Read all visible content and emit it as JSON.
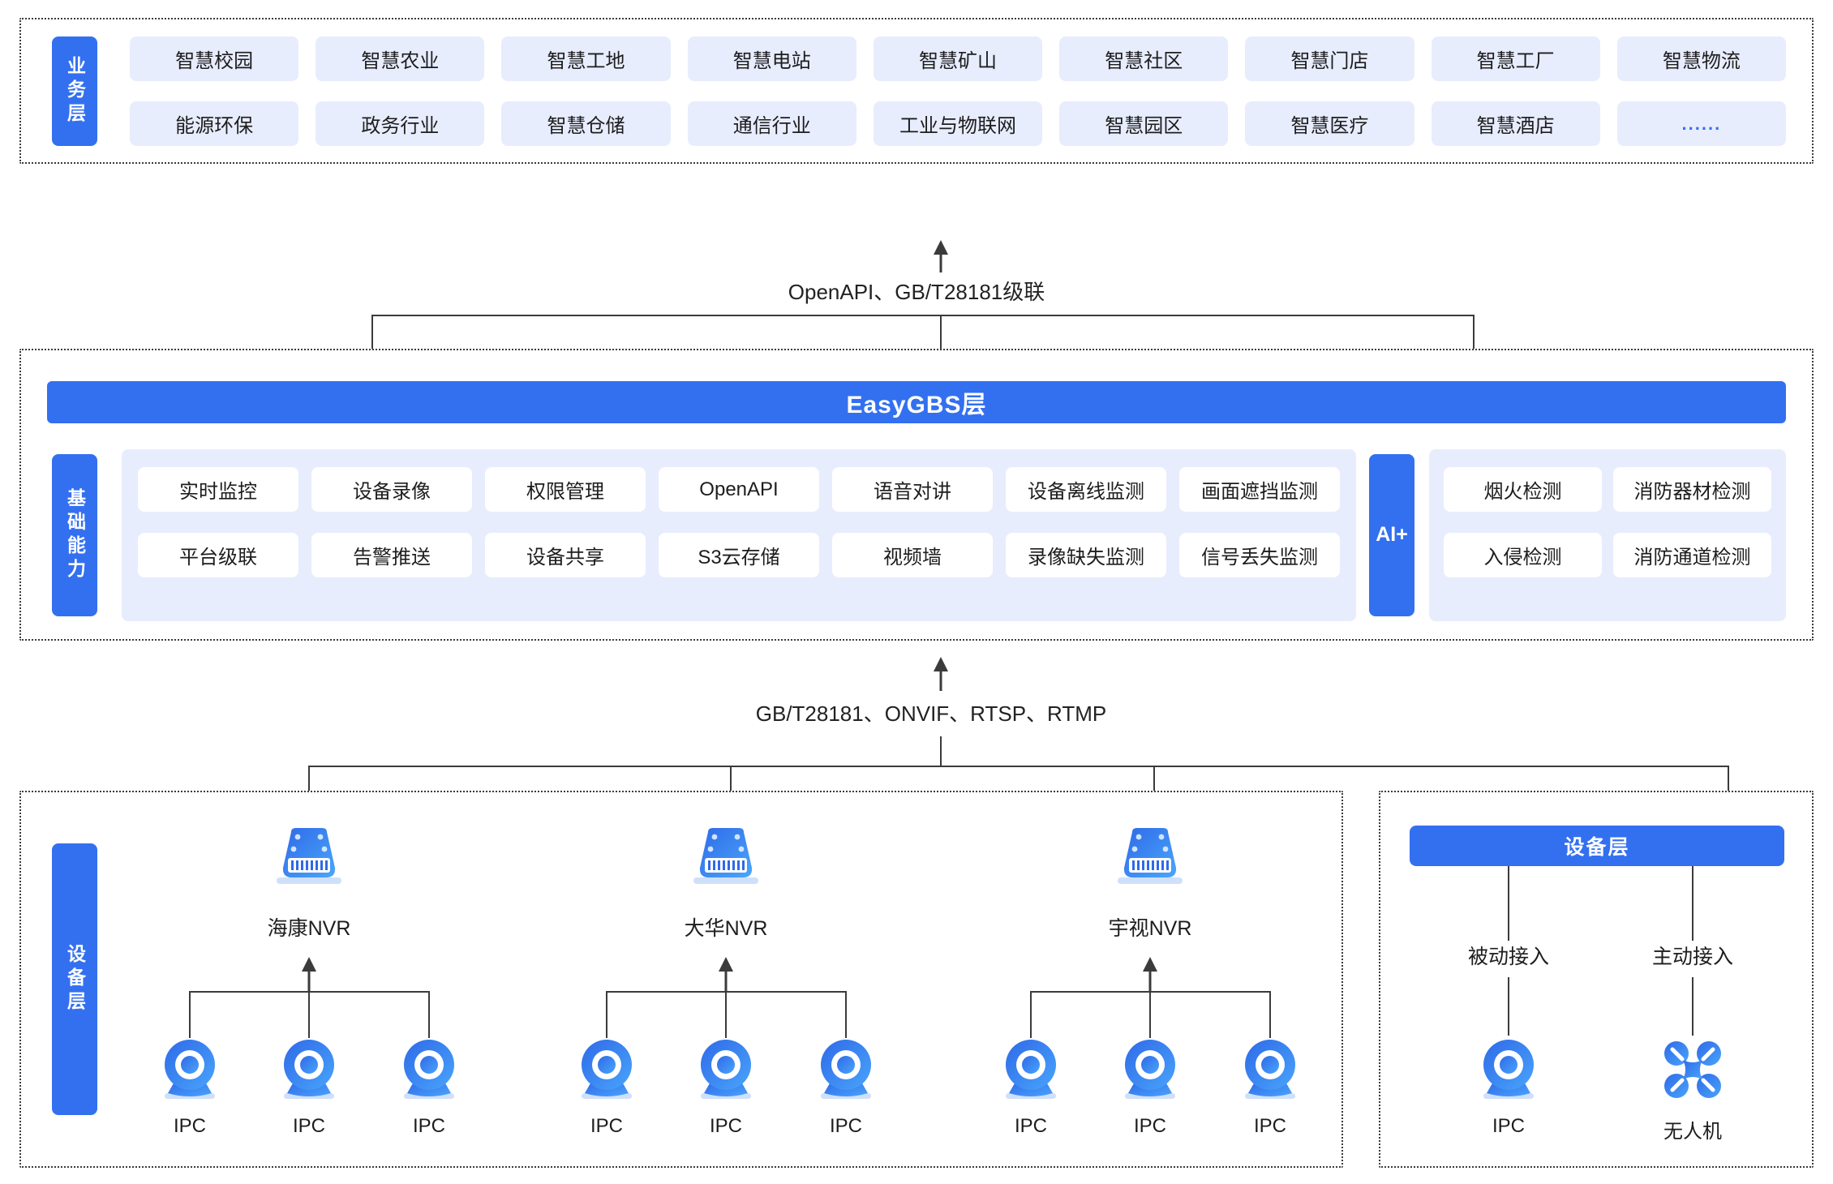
{
  "business": {
    "tab_label": "业务层",
    "items": [
      "智慧校园",
      "智慧农业",
      "智慧工地",
      "智慧电站",
      "智慧矿山",
      "智慧社区",
      "智慧门店",
      "智慧工厂",
      "智慧物流",
      "能源环保",
      "政务行业",
      "智慧仓储",
      "通信行业",
      "工业与物联网",
      "智慧园区",
      "智慧医疗",
      "智慧酒店",
      "......"
    ]
  },
  "connectors": {
    "top": "OpenAPI、GB/T28181级联",
    "bottom": "GB/T28181、ONVIF、RTSP、RTMP"
  },
  "easygbs": {
    "bar_label": "EasyGBS层",
    "basic_tab_label": "基础能力",
    "basic_items": [
      "实时监控",
      "设备录像",
      "权限管理",
      "OpenAPI",
      "语音对讲",
      "设备离线监测",
      "画面遮挡监测",
      "平台级联",
      "告警推送",
      "设备共享",
      "S3云存储",
      "视频墙",
      "录像缺失监测",
      "信号丢失监测"
    ],
    "ai_tab_label": "AI+",
    "ai_items": [
      "烟火检测",
      "消防器材检测",
      "入侵检测",
      "消防通道检测"
    ]
  },
  "device": {
    "tab_label": "设备层",
    "nvrs": [
      {
        "name": "海康NVR",
        "icon": "nvr-icon",
        "children": [
          "IPC",
          "IPC",
          "IPC"
        ]
      },
      {
        "name": "大华NVR",
        "icon": "nvr-icon",
        "children": [
          "IPC",
          "IPC",
          "IPC"
        ]
      },
      {
        "name": "宇视NVR",
        "icon": "nvr-icon",
        "children": [
          "IPC",
          "IPC",
          "IPC"
        ]
      }
    ],
    "right_bar_label": "设备层",
    "right_branches": [
      {
        "mode": "被动接入",
        "node": "IPC",
        "icon": "ipc-camera-icon"
      },
      {
        "mode": "主动接入",
        "node": "无人机",
        "icon": "drone-icon"
      }
    ]
  },
  "colors": {
    "brand_blue": "#3370f0",
    "chip_bg": "#e8edfd",
    "line": "#3b3b3b",
    "text": "#1d1d1f"
  }
}
